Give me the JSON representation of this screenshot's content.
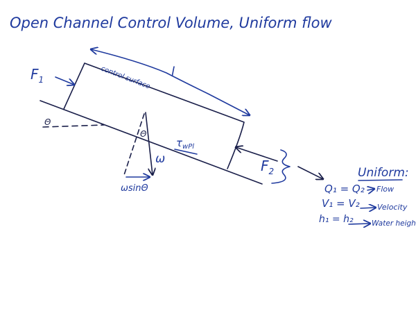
{
  "title": "Open Channel Control Volume, Uniform flow",
  "labels": {
    "f1": "F",
    "f1_sub": "1",
    "f2": "F",
    "f2_sub": "2",
    "length": "l",
    "control_surface": "control surface",
    "theta_bed": "Θ",
    "theta_weight": "Θ",
    "weight": "ω",
    "weight_component": "ωsinΘ",
    "shear": "τ",
    "shear_sub": "wPl"
  },
  "uniform": {
    "heading": "Uniform:",
    "rows": [
      {
        "eq": "Q₁ = Q₂",
        "meaning": "Flow"
      },
      {
        "eq": "V₁ = V₂",
        "meaning": "Velocity"
      },
      {
        "eq": "h₁ = h₂",
        "meaning": "Water height"
      }
    ]
  },
  "colors": {
    "ink": "#1f3a9e",
    "dark_ink": "#1a1f4a"
  }
}
